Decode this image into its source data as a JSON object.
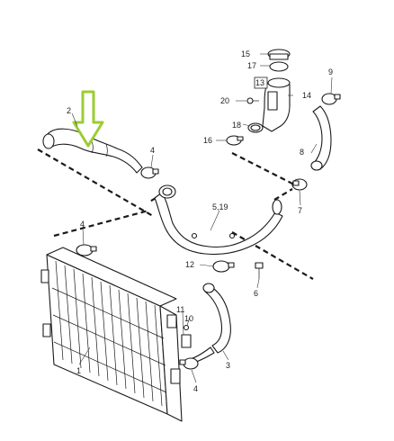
{
  "highlight": {
    "color": "#9acd32",
    "icon": "down-arrow-icon"
  },
  "callouts": {
    "c1": "1",
    "c2": "2",
    "c3": "3",
    "c4a": "4",
    "c4b": "4",
    "c4c": "4",
    "c5_19": "5,19",
    "c6": "6",
    "c7": "7",
    "c8": "8",
    "c9": "9",
    "c10": "10",
    "c11": "11",
    "c12": "12",
    "c13": "13",
    "c14": "14",
    "c15": "15",
    "c16": "16",
    "c17": "17",
    "c18": "18",
    "c20": "20"
  }
}
